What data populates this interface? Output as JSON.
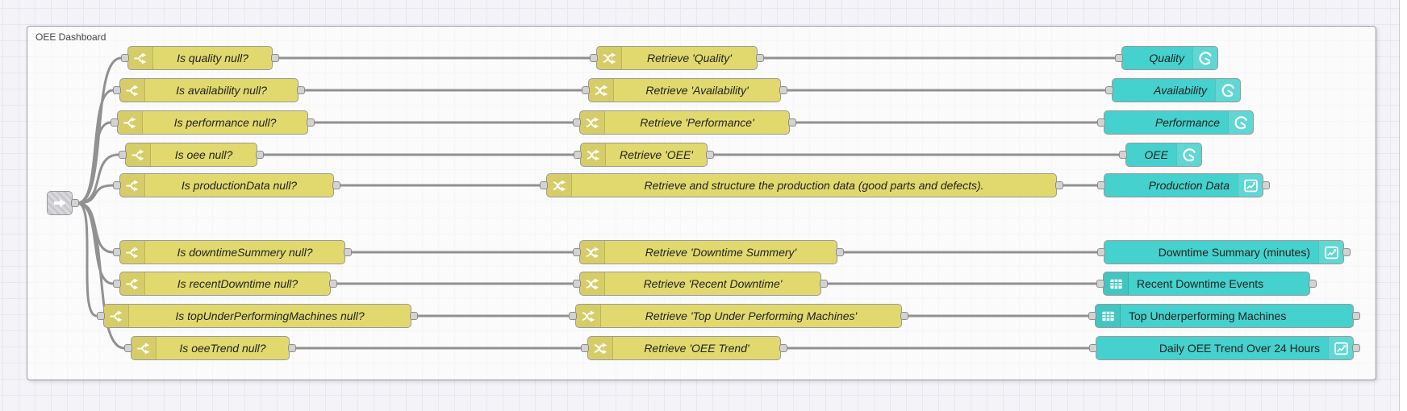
{
  "group": {
    "label": "OEE Dashboard"
  },
  "source_node": {
    "icon": "link-in-icon"
  },
  "rows": [
    {
      "switch": "Is quality null?",
      "change": "Retrieve 'Quality'",
      "ui": "Quality",
      "ui_icon": "gauge-icon"
    },
    {
      "switch": "Is availability null?",
      "change": "Retrieve 'Availability'",
      "ui": "Availability",
      "ui_icon": "gauge-icon"
    },
    {
      "switch": "Is performance null?",
      "change": "Retrieve 'Performance'",
      "ui": "Performance",
      "ui_icon": "gauge-icon"
    },
    {
      "switch": "Is oee null?",
      "change": "Retrieve 'OEE'",
      "ui": "OEE",
      "ui_icon": "gauge-icon"
    },
    {
      "switch": "Is productionData null?",
      "change": "Retrieve and structure the production data (good parts and defects).",
      "ui": "Production Data",
      "ui_icon": "chart-icon"
    },
    {
      "switch": "Is downtimeSummery null?",
      "change": "Retrieve 'Downtime Summery'",
      "ui": "Downtime Summary (minutes)",
      "ui_icon": "chart-icon"
    },
    {
      "switch": "Is recentDowntime null?",
      "change": "Retrieve 'Recent Downtime'",
      "ui": "Recent Downtime Events",
      "ui_icon": "table-icon"
    },
    {
      "switch": "Is topUnderPerformingMachines null?",
      "change": "Retrieve 'Top Under Performing Machines'",
      "ui": "Top Underperforming Machines",
      "ui_icon": "table-icon"
    },
    {
      "switch": "Is oeeTrend null?",
      "change": "Retrieve 'OEE Trend'",
      "ui": "Daily OEE Trend Over 24 Hours",
      "ui_icon": "chart-icon"
    }
  ],
  "colors": {
    "function_node": "#e2d96e",
    "dashboard_node": "#45d1cd",
    "wire": "#919191",
    "port": "#d3d3d3",
    "canvas": "#f4f4f8",
    "grid_line": "#e7e7f1"
  }
}
